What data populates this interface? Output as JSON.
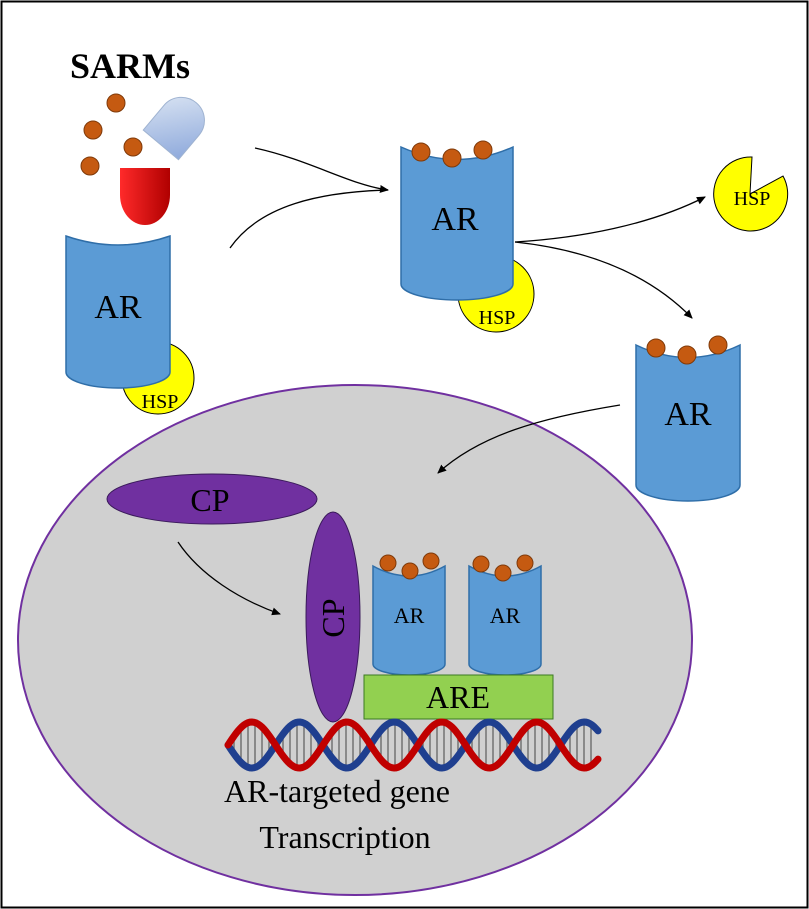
{
  "title": "SARMs",
  "labels": {
    "receptor": "AR",
    "chaperone": "HSP",
    "coactivator": "CP",
    "response_element": "ARE",
    "caption_line1": "AR-targeted gene",
    "caption_line2": "Transcription"
  },
  "colors": {
    "receptor_fill": "#5b9bd5",
    "receptor_stroke": "#2f6ea8",
    "ligand_fill": "#c55a11",
    "hsp_fill": "#ffff00",
    "capsule_top": "#b4c7e7",
    "capsule_bottom": "#e30000",
    "nucleus_fill": "#d0d0d0",
    "nucleus_stroke": "#7030a0",
    "coactivator_fill": "#7030a0",
    "are_fill": "#92d050",
    "dna_strand_a": "#c00000",
    "dna_strand_b": "#1f3f8f"
  }
}
